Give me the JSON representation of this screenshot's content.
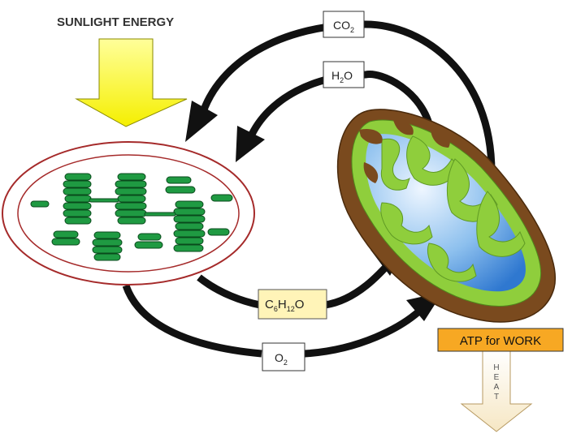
{
  "diagram": {
    "title": "SUNLIGHT ENERGY",
    "labels": {
      "co2": {
        "base": "CO",
        "sub": "2"
      },
      "h2o": {
        "pre": "H",
        "sub": "2",
        "post": "O"
      },
      "glucose": {
        "p1": "C",
        "s1": "6",
        "p2": "H",
        "s2": "12",
        "p3": "O"
      },
      "o2": {
        "base": "O",
        "sub": "2"
      },
      "atp": "ATP for WORK",
      "heat": [
        "H",
        "E",
        "A",
        "T"
      ]
    },
    "colors": {
      "sun_arrow": "#f5f200",
      "chloroplast_outline": "#a52a2a",
      "thylakoid": "#1a8a3a",
      "mito_outer": "#7a4a1e",
      "mito_inner": "#8fce3c",
      "matrix": "#5a9fe0",
      "atp_box": "#f7a823",
      "heat_arrow": "#fbf0d6",
      "label_box": "#ffffff",
      "glucose_box": "#fff4b8",
      "arrow": "#111111"
    }
  }
}
